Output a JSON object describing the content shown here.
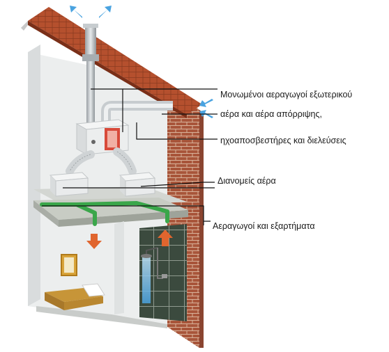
{
  "labels": {
    "insulated_ducts_line1": "Μονωμένοι αεραγωγοί εξωτερικού",
    "insulated_ducts_line2": "αέρα και αέρα απόρριψης,",
    "insulated_ducts_line3": "ηχοαποσβεστήρες και διελεύσεις",
    "air_distributors": "Διανομείς αέρα",
    "ducts_fittings": "Αεραγωγοί και εξαρτήματα"
  },
  "colors": {
    "roof_tile": "#b5502e",
    "brick": "#a8553a",
    "wall": "#eceeee",
    "outdoor_air_arrow": "#4aa3e0",
    "supply_duct": "#3aa64a",
    "extract_arrow": "#e0652e",
    "unit_red_panel": "#d84a3a"
  },
  "icons": [
    "exhaust-arrow-icon",
    "intake-arrow-icon",
    "supply-arrow-icon",
    "extract-arrow-icon"
  ]
}
